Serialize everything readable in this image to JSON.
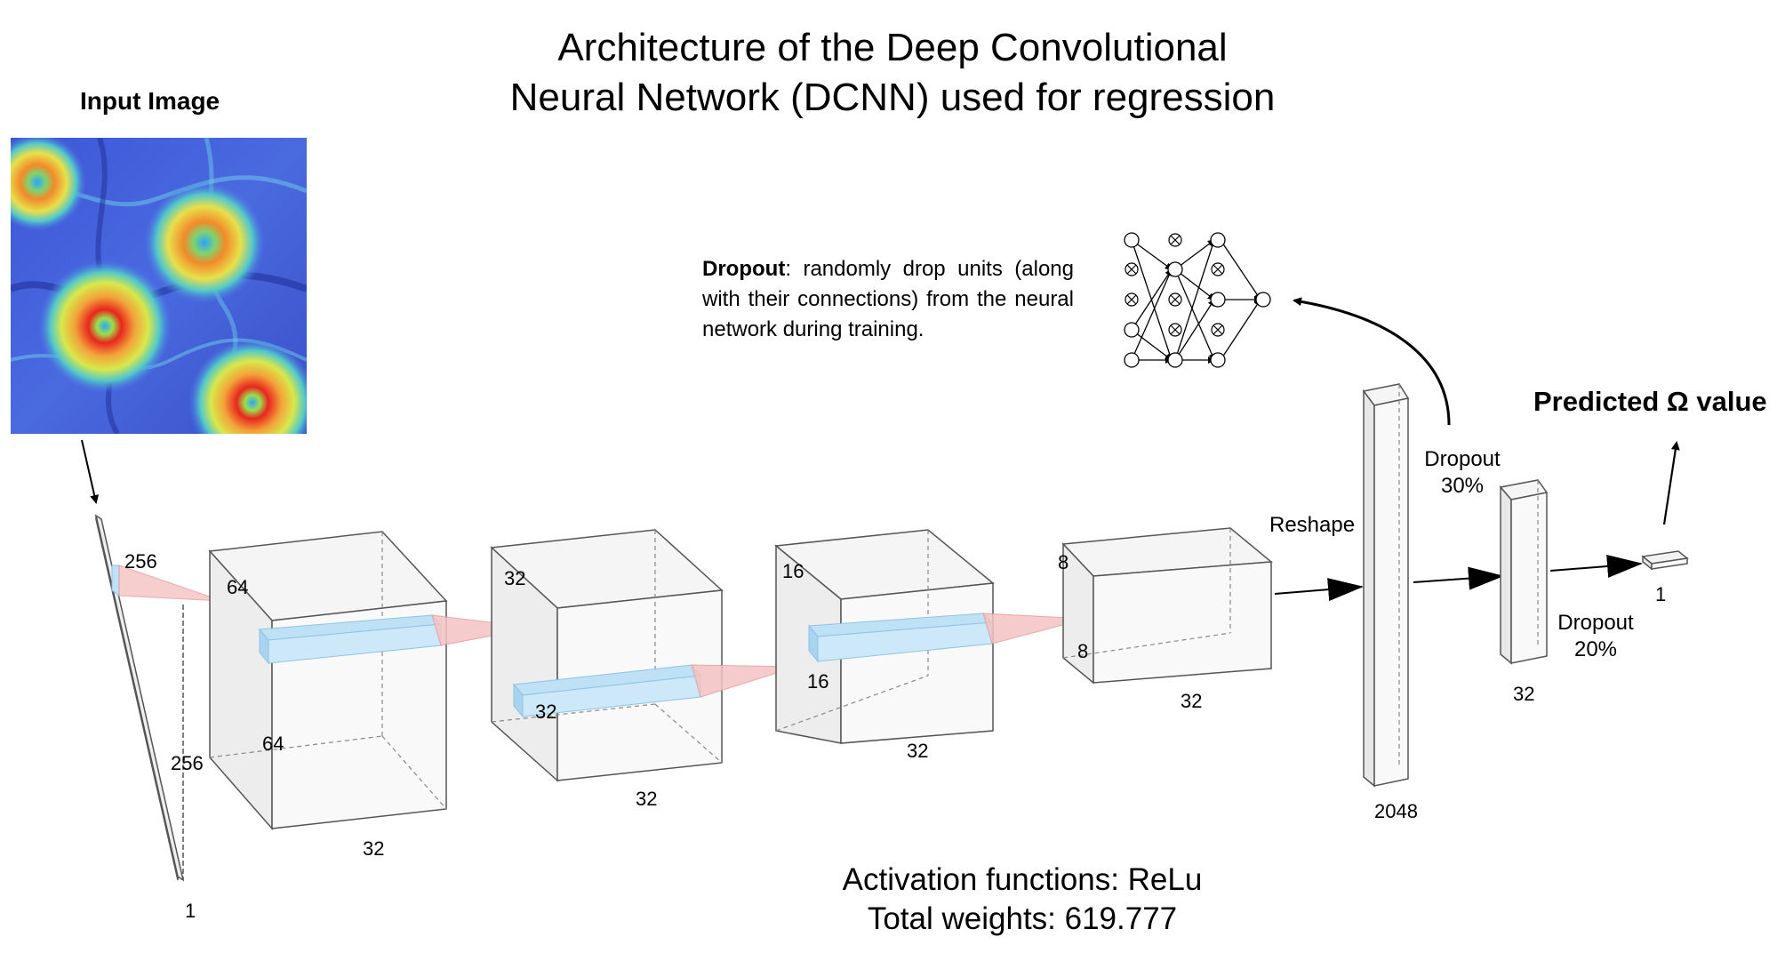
{
  "title": {
    "line1": "Architecture of the Deep Convolutional",
    "line2": "Neural Network (DCNN) used for regression"
  },
  "input_image_label": "Input Image",
  "dropout_note": {
    "bold": "Dropout",
    "rest": ": randomly drop units (along with their connections) from the neural network during training."
  },
  "predicted_label": "Predicted Ω value",
  "activation_text": "Activation functions: ReLu",
  "weights_text": "Total weights: 619.777",
  "layer_labels": {
    "input_top": "256",
    "input_side": "256",
    "input_depth": "1",
    "conv1_top": "64",
    "conv1_side": "64",
    "conv1_depth": "32",
    "conv2_top": "32",
    "conv2_side": "32",
    "conv2_depth": "32",
    "conv3_top": "16",
    "conv3_side": "16",
    "conv3_depth": "32",
    "conv4_top": "8",
    "conv4_side": "8",
    "conv4_depth": "32",
    "reshape": "Reshape",
    "dense1": "2048",
    "dropout1_name": "Dropout",
    "dropout1_pct": "30%",
    "dense2": "32",
    "dropout2_name": "Dropout",
    "dropout2_pct": "20%",
    "output": "1"
  },
  "colors": {
    "kernel_blue": "#bfe1f5",
    "kernel_blue_stroke": "#8fc3e4",
    "cone_pink": "#f4c2c2",
    "cone_pink_stroke": "#e59a9a",
    "box_fill": "#f2f2f2",
    "box_stroke": "#555555"
  }
}
